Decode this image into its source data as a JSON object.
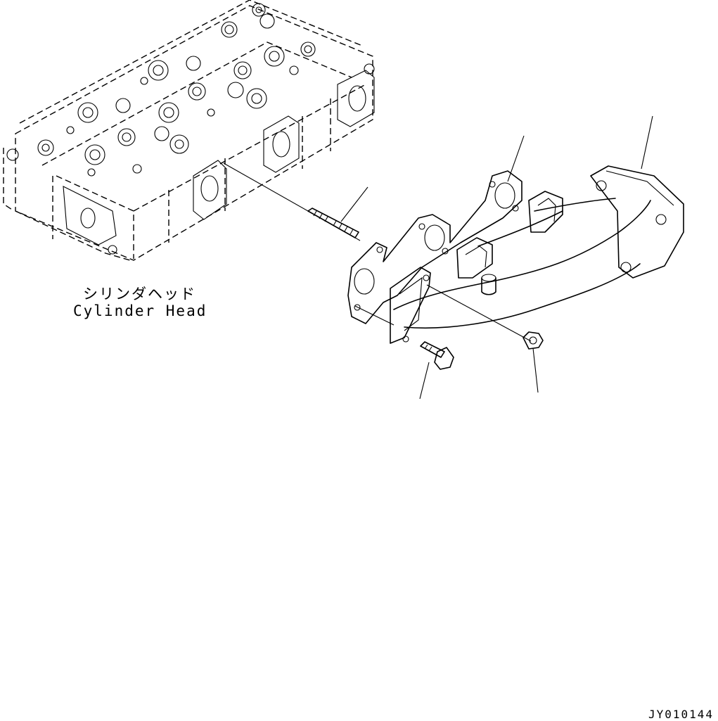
{
  "labels": {
    "cylinder_head_jp": "シリンダヘッド",
    "cylinder_head_en": "Cylinder Head",
    "drawing_id": "JY010144"
  },
  "parts": [
    {
      "name": "cylinder-head",
      "icon": "cylinder-head-drawing"
    },
    {
      "name": "stud",
      "icon": "stud-bolt-drawing"
    },
    {
      "name": "exhaust-manifold-gasket",
      "icon": "gasket-drawing"
    },
    {
      "name": "exhaust-manifold",
      "icon": "manifold-drawing"
    },
    {
      "name": "bolt",
      "icon": "flange-bolt-drawing"
    },
    {
      "name": "nut",
      "icon": "nut-drawing"
    }
  ],
  "colors": {
    "line": "#000000",
    "background": "#ffffff"
  }
}
